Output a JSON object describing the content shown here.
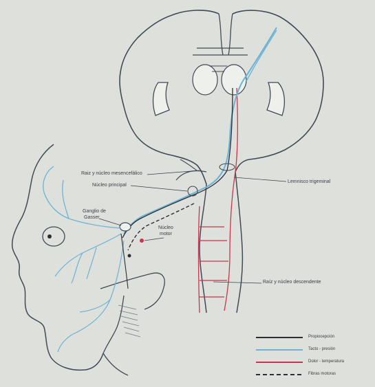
{
  "labels": {
    "raiz_mesencefalico": "Raiz y núcleo mesencefálico",
    "nucleo_principal": "Núcleo principal",
    "ganglio_1": "Ganglio de",
    "ganglio_2": "Gasser",
    "nucleo_motor_1": "Núcleo",
    "nucleo_motor_2": "motor",
    "lemnisco": "Lemnisco trigeminal",
    "raiz_descendente": "Raíz y núcleo descendente"
  },
  "legend": [
    {
      "label": "Propiocepción",
      "color": "#2b2d33",
      "style": "solid"
    },
    {
      "label": "Tacto - presión",
      "color": "#6bb3d6",
      "style": "solid"
    },
    {
      "label": "Dolor - temperatura",
      "color": "#c9344a",
      "style": "solid"
    },
    {
      "label": "Fibras motoras",
      "color": "#2b2d33",
      "style": "dashed"
    }
  ]
}
